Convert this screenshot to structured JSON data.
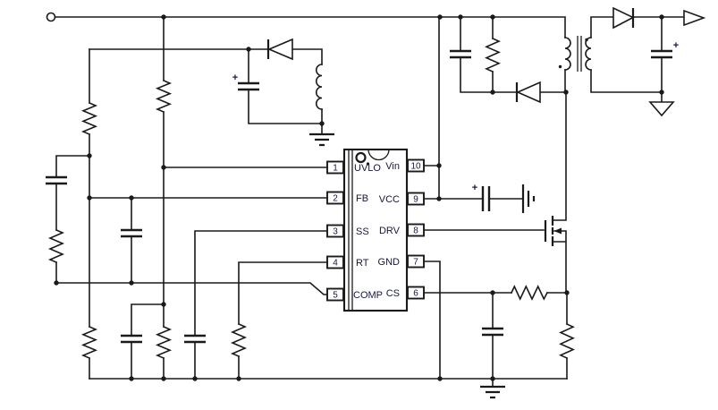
{
  "symbols": {
    "plus": "+"
  },
  "colors": {
    "background": "#ffffff",
    "wire": "#1a1a1a",
    "text": "#161640"
  },
  "ic": {
    "left_pins": [
      {
        "number": "1",
        "label": "UVLO"
      },
      {
        "number": "2",
        "label": "FB"
      },
      {
        "number": "3",
        "label": "SS"
      },
      {
        "number": "4",
        "label": "RT"
      },
      {
        "number": "5",
        "label": "COMP"
      }
    ],
    "right_pins": [
      {
        "number": "10",
        "label": "Vin"
      },
      {
        "number": "9",
        "label": "VCC"
      },
      {
        "number": "8",
        "label": "DRV"
      },
      {
        "number": "7",
        "label": "GND"
      },
      {
        "number": "6",
        "label": "CS"
      }
    ]
  }
}
